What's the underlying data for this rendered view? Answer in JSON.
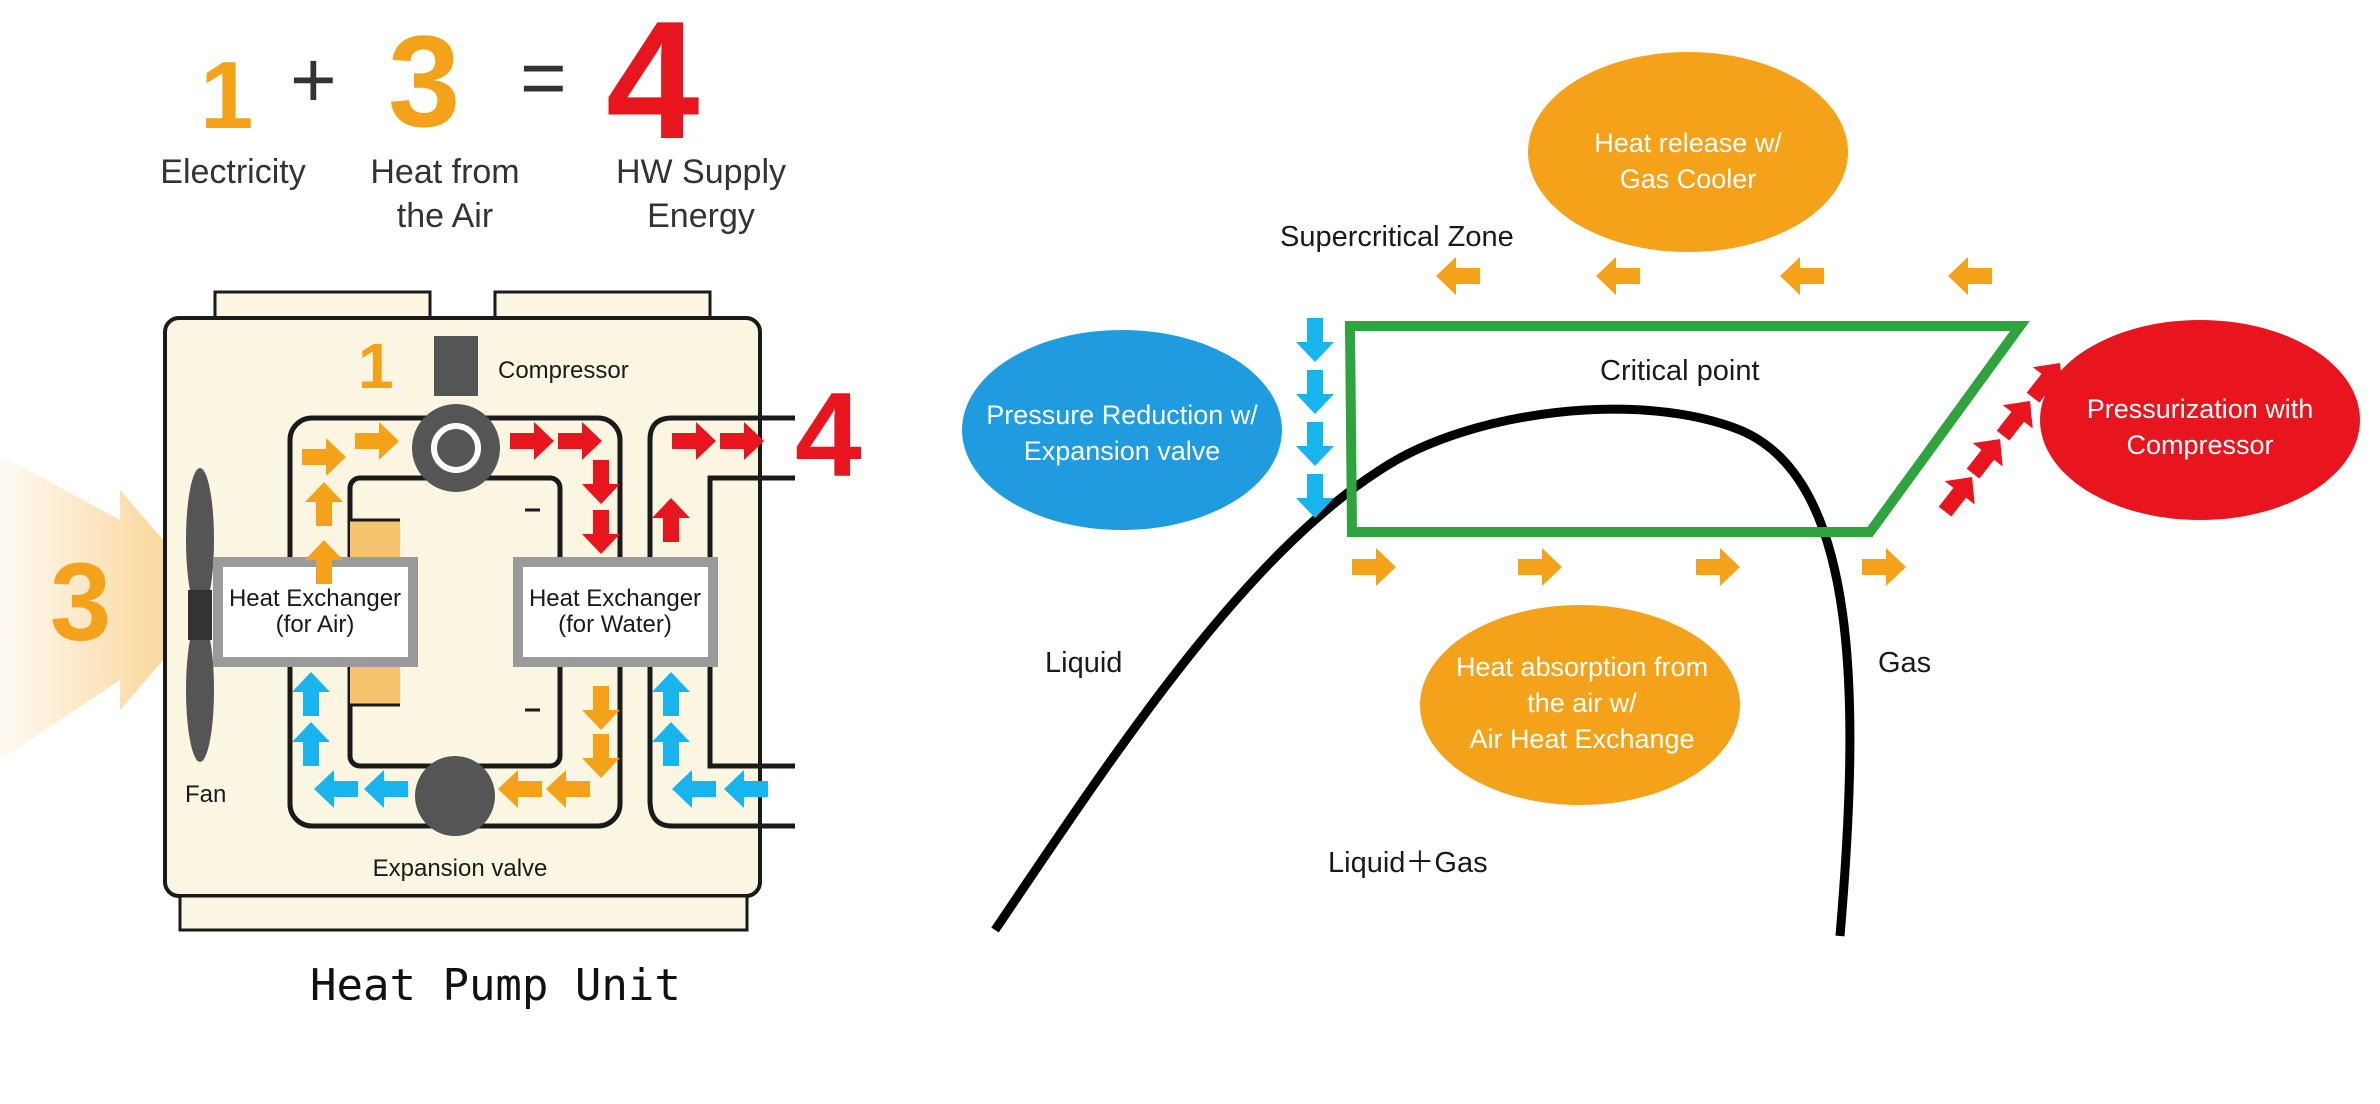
{
  "equation": {
    "term1": "1",
    "plus": "+",
    "term2": "3",
    "equals": "=",
    "result": "4",
    "label1": "Electricity",
    "label2": "Heat from\nthe Air",
    "label3": "HW Supply\nEnergy"
  },
  "unit": {
    "compressor_number": "1",
    "compressor_label": "Compressor",
    "output_number": "4",
    "input_number": "3",
    "hx_air_line1": "Heat Exchanger",
    "hx_air_line2": "(for Air)",
    "hx_water_line1": "Heat Exchanger",
    "hx_water_line2": "(for Water)",
    "fan_label": "Fan",
    "expansion_label": "Expansion valve",
    "caption": "Heat Pump Unit"
  },
  "cycle": {
    "heat_release_line1": "Heat release w/",
    "heat_release_line2": "Gas Cooler",
    "supercritical_label": "Supercritical Zone",
    "critical_point_label": "Critical point",
    "pressure_reduction_line1": "Pressure Reduction w/",
    "pressure_reduction_line2": "Expansion valve",
    "pressurization_line1": "Pressurization with",
    "pressurization_line2": "Compressor",
    "liquid_label": "Liquid",
    "gas_label": "Gas",
    "liquid_gas_label": "Liquid＋Gas",
    "heat_absorption_line1": "Heat absorption from",
    "heat_absorption_line2": "the air w/",
    "heat_absorption_line3": "Air Heat Exchange"
  },
  "colors": {
    "orange": "#F5A21B",
    "red": "#E8141E",
    "blue": "#1F9BE0",
    "cyan": "#18B4EE",
    "green": "#2FA33D",
    "unit_fill": "#FBF6E2"
  }
}
